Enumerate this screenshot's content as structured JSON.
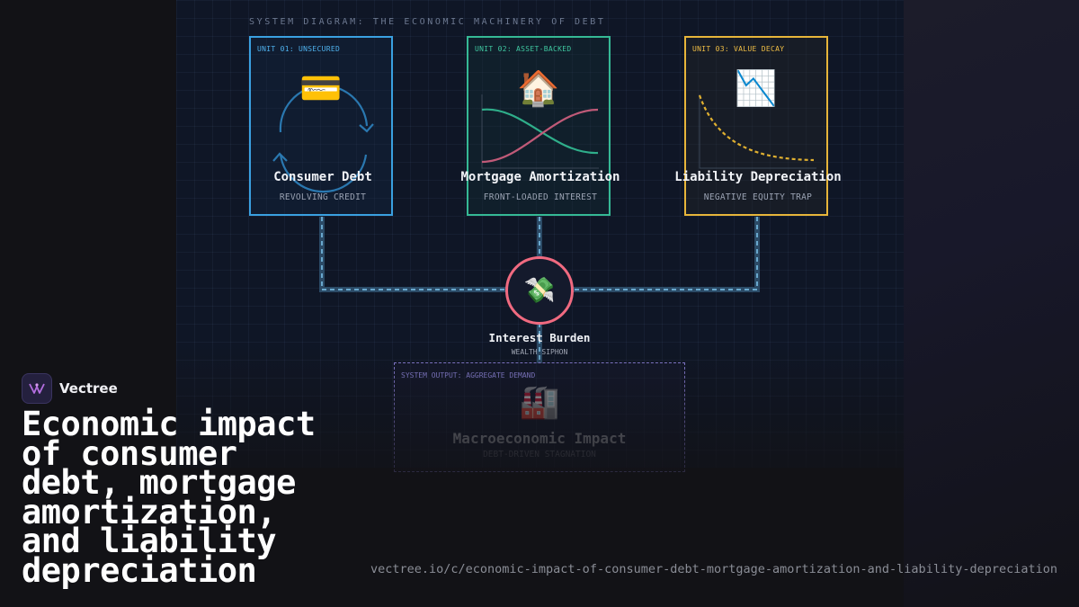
{
  "diagram": {
    "title": "SYSTEM DIAGRAM: THE ECONOMIC MACHINERY OF DEBT",
    "units": [
      {
        "label": "UNIT 01: UNSECURED",
        "icon": "credit-card-icon",
        "emoji": "💳",
        "title": "Consumer Debt",
        "subtitle": "REVOLVING CREDIT",
        "color": "#3aa0e0"
      },
      {
        "label": "UNIT 02: ASSET-BACKED",
        "icon": "house-icon",
        "emoji": "🏠",
        "title": "Mortgage Amortization",
        "subtitle": "FRONT-LOADED INTEREST",
        "color": "#35b995"
      },
      {
        "label": "UNIT 03: VALUE DECAY",
        "icon": "chart-decreasing-icon",
        "emoji": "📉",
        "title": "Liability Depreciation",
        "subtitle": "NEGATIVE EQUITY TRAP",
        "color": "#e7b53a"
      }
    ],
    "hub": {
      "icon": "money-with-wings-icon",
      "emoji": "💸",
      "title": "Interest Burden",
      "subtitle": "WEALTH SIPHON",
      "color": "#f06a80"
    },
    "output": {
      "label": "SYSTEM OUTPUT: AGGREGATE DEMAND",
      "icon": "factory-icon",
      "emoji": "🏭",
      "title": "Macroeconomic Impact",
      "subtitle": "DEBT-DRIVEN STAGNATION",
      "color": "#8a7fd8"
    }
  },
  "brand": {
    "name": "Vectree",
    "logo_icon": "vectree-logo-icon",
    "accent": "#b46ee0"
  },
  "headline": "Economic impact of consumer debt, mortgage amortization, and liability depreciation",
  "url": "vectree.io/c/economic-impact-of-consumer-debt-mortgage-amortization-and-liability-depreciation"
}
